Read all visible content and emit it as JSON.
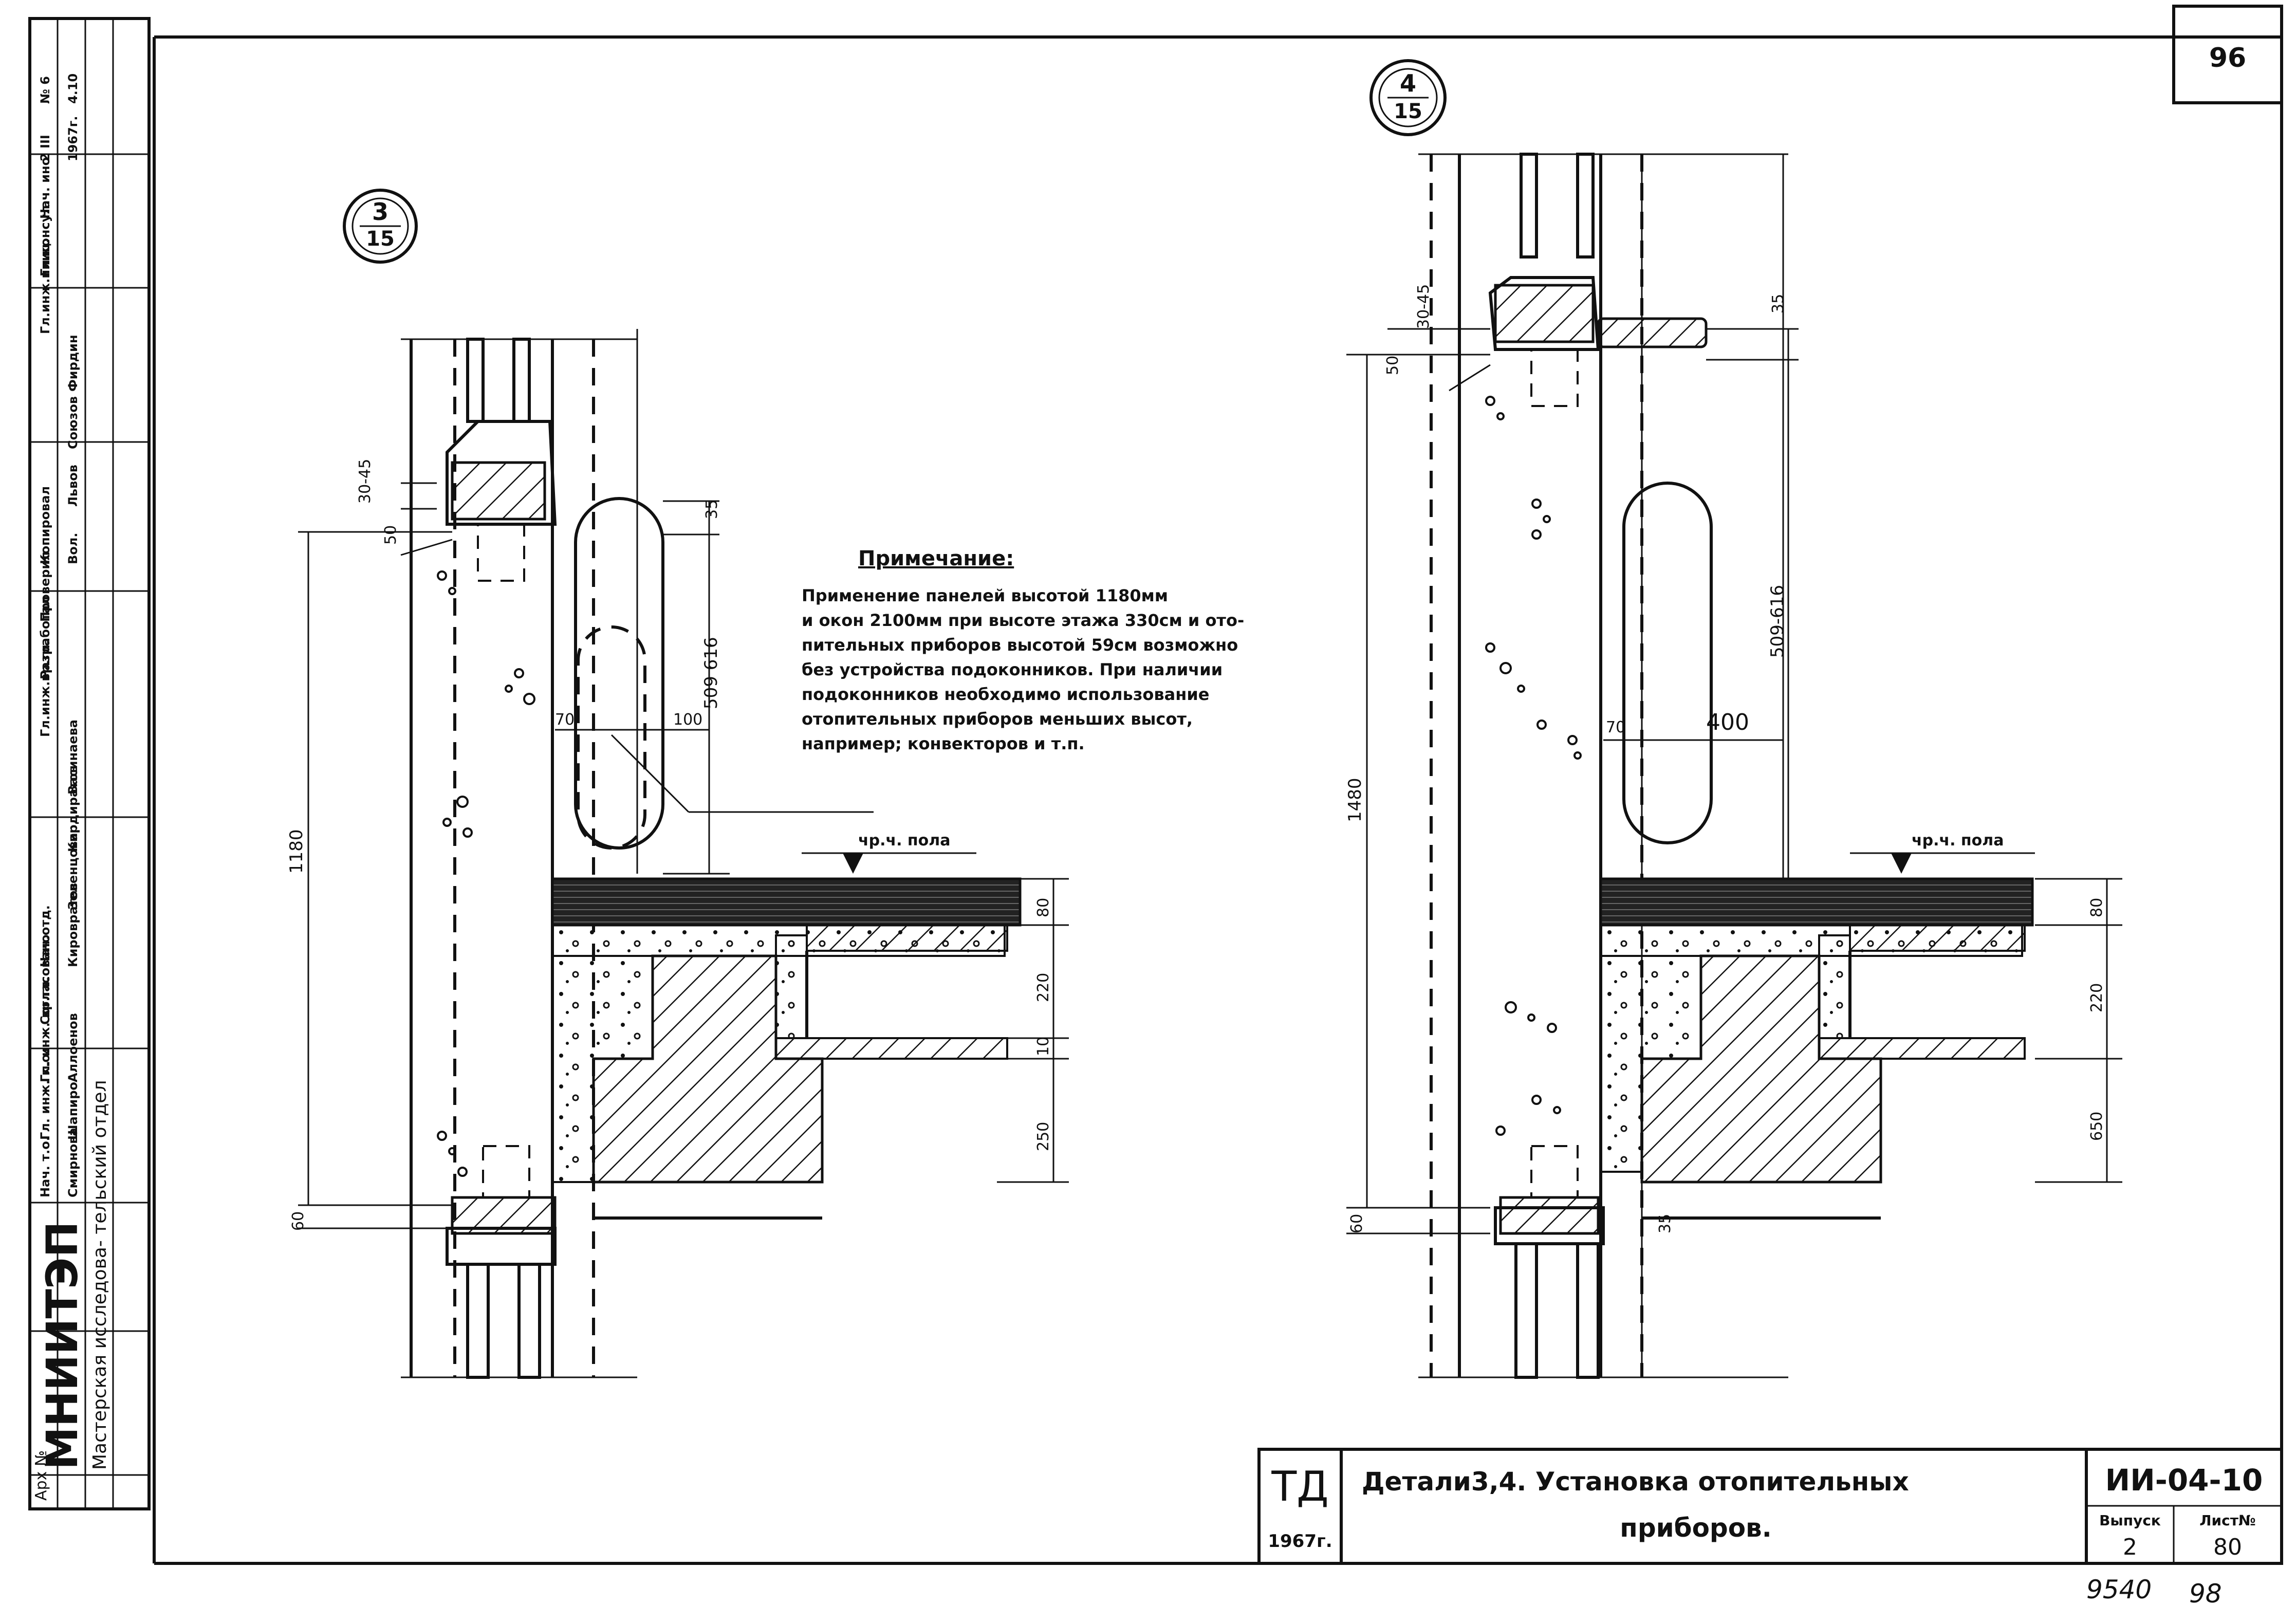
{
  "page_number": "96",
  "sheet_code": "ИИ-04-10",
  "bottom_numbers": [
    "9540",
    "98"
  ],
  "title_block": {
    "td": "ТД",
    "year": "1967г.",
    "title_line1": "Детали3,4. Установка отопительных",
    "title_line2": "приборов.",
    "vypusk_label": "Выпуск",
    "vypusk_value": "2",
    "list_label": "Лист№",
    "list_value": "80"
  },
  "note": {
    "heading": "Примечание:",
    "lines": [
      "Применение панелей высотой 1180мм",
      "и окон 2100мм при высоте этажа 330см и ото-",
      "пительных приборов высотой 59см возможно",
      "без устройства подоконников. При наличии",
      "подоконников необходимо использование",
      "отопительных приборов меньших высот,",
      "например; конвекторов и т.п."
    ]
  },
  "left_detail": {
    "callout_top": "3",
    "callout_bottom": "15",
    "floor_label": "чр.ч. пола",
    "dims": {
      "d1180": "1180",
      "d30_45": "30-45",
      "d50": "50",
      "d35": "35",
      "d509_616": "509 616",
      "d70": "70",
      "d100": "100",
      "d60": "60",
      "d80": "80",
      "d220": "220",
      "d10": "10",
      "d250": "250"
    }
  },
  "right_detail": {
    "callout_top": "4",
    "callout_bottom": "15",
    "floor_label": "чр.ч. пола",
    "dims": {
      "d1480": "1480",
      "d30_45": "30-45",
      "d50": "50",
      "d35": "35",
      "d509_616": "509-616",
      "d70": "70",
      "d400": "400",
      "d60": "60",
      "d80": "80",
      "d220": "220",
      "d650": "650",
      "d35b": "35"
    }
  },
  "stamp": {
    "org": "МНИИТЭП",
    "dept": "Мастерская исследова- тельский отдел",
    "arch": "Арх №",
    "rows": [
      [
        "Нач. т.о.",
        "Смирнова"
      ],
      [
        "Гл. инж. к.о.",
        "Шапиро"
      ],
      [
        "Гл. инж. вр.гл.",
        "Аллоенов"
      ],
      [
        "Согласовано",
        ""
      ],
      [
        "Нач.отд.",
        "Кировратов"
      ],
      [
        "",
        "Зеленцова"
      ],
      [
        "",
        "Кирдиратов"
      ],
      [
        "",
        "Васинаева"
      ],
      [
        "Гл.инж.вр.гл.",
        ""
      ],
      [
        "Разработал",
        ""
      ],
      [
        "Проверил",
        ""
      ],
      [
        "Копировал",
        "Вол."
      ],
      [
        "",
        "Львов"
      ],
      [
        "",
        "Союзов"
      ],
      [
        "",
        "Фирдин"
      ],
      [
        "Гл.инж.иниц.",
        ""
      ],
      [
        "Гл.консул.",
        ""
      ],
      [
        "Нач. ино",
        ""
      ],
      [
        "2 III",
        "1967г."
      ],
      [
        "№ 6",
        "4.10"
      ]
    ]
  }
}
